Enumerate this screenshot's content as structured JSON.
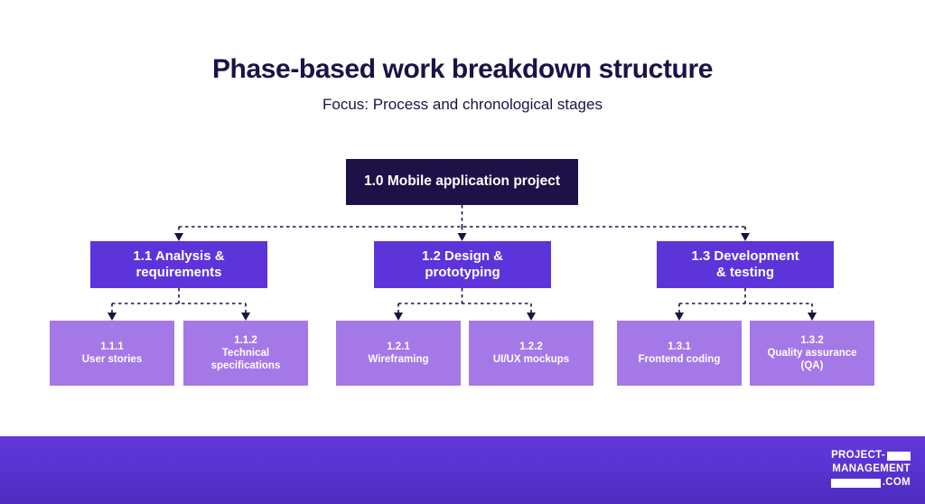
{
  "header": {
    "title": "Phase-based work breakdown structure",
    "subtitle": "Focus: Process and chronological stages"
  },
  "colors": {
    "root": "#1d1147",
    "level2": "#5c34da",
    "level3": "#a578e8",
    "title_text": "#1d1147",
    "connector": "#1d1147",
    "footer_start": "#6038d8",
    "footer_end": "#4d2bbd",
    "node_text": "#ffffff",
    "background": "#ffffff"
  },
  "diagram": {
    "type": "tree",
    "root": {
      "id": "1.0",
      "label": "1.0 Mobile application project"
    },
    "branches": [
      {
        "id": "1.1",
        "line1": "1.1 Analysis &",
        "line2": "requirements",
        "children": [
          {
            "id": "1.1.1",
            "code": "1.1.1",
            "line1": "User stories",
            "line2": ""
          },
          {
            "id": "1.1.2",
            "code": "1.1.2",
            "line1": "Technical",
            "line2": "specifications"
          }
        ]
      },
      {
        "id": "1.2",
        "line1": "1.2 Design &",
        "line2": "prototyping",
        "children": [
          {
            "id": "1.2.1",
            "code": "1.2.1",
            "line1": "Wireframing",
            "line2": ""
          },
          {
            "id": "1.2.2",
            "code": "1.2.2",
            "line1": "UI/UX mockups",
            "line2": ""
          }
        ]
      },
      {
        "id": "1.3",
        "line1": "1.3 Development",
        "line2": "& testing",
        "children": [
          {
            "id": "1.3.1",
            "code": "1.3.1",
            "line1": "Frontend coding",
            "line2": ""
          },
          {
            "id": "1.3.2",
            "code": "1.3.2",
            "line1": "Quality assurance",
            "line2": "(QA)"
          }
        ]
      }
    ]
  },
  "footer": {
    "logo_line1": "PROJECT-",
    "logo_line2": "MANAGEMENT",
    "logo_line3": ".COM"
  }
}
